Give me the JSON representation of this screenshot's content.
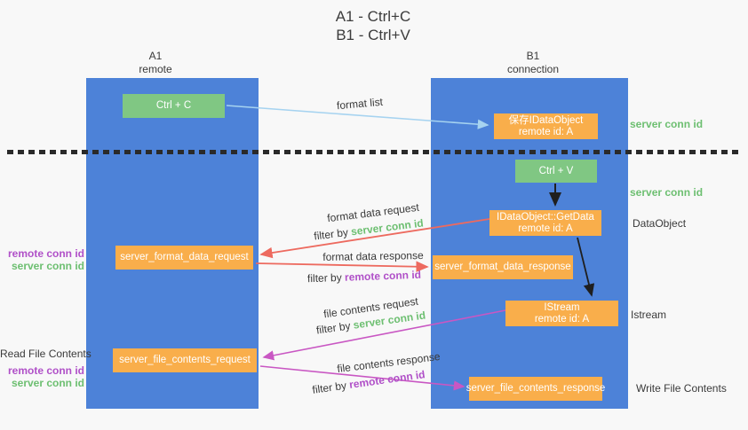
{
  "title": {
    "line1": "A1 - Ctrl+C",
    "line2": "B1 - Ctrl+V"
  },
  "columns": {
    "a1": {
      "name": "A1",
      "subtitle": "remote"
    },
    "b1": {
      "name": "B1",
      "subtitle": "connection"
    }
  },
  "boxes": {
    "ctrl_c": {
      "label": "Ctrl + C"
    },
    "ctrl_v": {
      "label": "Ctrl + V"
    },
    "save_idataobject": {
      "line1": "保存IDataObject",
      "line2": "remote id: A"
    },
    "getdata": {
      "line1": "IDataObject::GetData",
      "line2": "remote id: A"
    },
    "istream": {
      "line1": "IStream",
      "line2": "remote id: A"
    },
    "server_format_data_request": {
      "label": "server_format_data_request"
    },
    "server_format_data_response": {
      "label": "server_format_data_response"
    },
    "server_file_contents_request": {
      "label": "server_file_contents_request"
    },
    "server_file_contents_response": {
      "label": "server_file_contents_response"
    }
  },
  "flows": {
    "format_list": "format list",
    "format_data_request": "format data request",
    "format_data_response": "format data response",
    "file_contents_request": "file contents request",
    "file_contents_response": "file contents response",
    "filter_by": "filter by",
    "server_conn_id": "server conn id",
    "remote_conn_id": "remote conn id"
  },
  "annotations": {
    "left": {
      "remote_conn_id": "remote conn id",
      "server_conn_id": "server conn id",
      "read_file_contents": "Read File Contents"
    },
    "right": {
      "server_conn_id": "server conn id",
      "dataobject": "DataObject",
      "istream": "Istream",
      "write_file_contents": "Write File Contents"
    }
  },
  "colors": {
    "background": "#f8f8f8",
    "column_fill": "#4d82d8",
    "green_box": "#80c783",
    "orange_box": "#f9ae4b",
    "green_text": "#6dbf71",
    "purple_text": "#b050c8",
    "red_arrow": "#ed6a5f",
    "magenta_arrow": "#c957c3",
    "blue_arrow": "#a6d3f0",
    "black_arrow": "#1f1f1f",
    "dark_text": "#3a3a3a"
  }
}
